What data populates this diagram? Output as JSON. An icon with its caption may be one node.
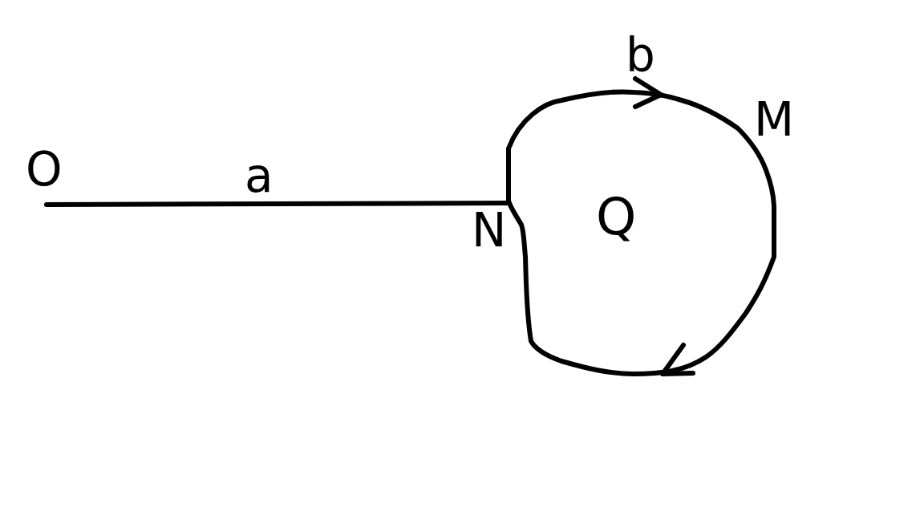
{
  "diagram": {
    "nodes": [
      {
        "text": [
          "O"
        ]
      },
      {
        "text": [
          "Q"
        ]
      }
    ],
    "edges": [
      {
        "from": 0,
        "to": 1,
        "label": "a",
        "arrow": "none"
      }
    ],
    "labels": [
      "b",
      "M",
      "N"
    ]
  }
}
